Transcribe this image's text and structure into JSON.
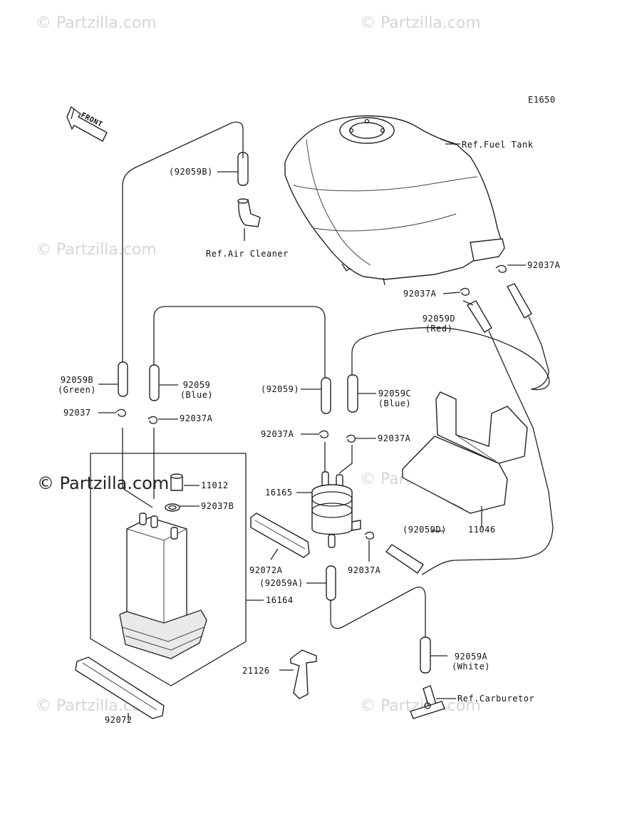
{
  "diagram_code": "E1650",
  "front_label": "FRONT",
  "watermark_text": "© Partzilla.com",
  "callouts": {
    "ref_fuel_tank": "Ref.Fuel Tank",
    "ref_air_cleaner": "Ref.Air Cleaner",
    "ref_carburetor": "Ref.Carburetor",
    "p_92059B_paren": "(92059B)",
    "p_92037A_tank": "92037A",
    "p_92037A_mid": "92037A",
    "p_92059D_red_num": "92059D",
    "p_92059D_red_color": "(Red)",
    "p_92059B_green_num": "92059B",
    "p_92059B_green_color": "(Green)",
    "p_92059_blue_num": "92059",
    "p_92059_blue_color": "(Blue)",
    "p_92059_paren": "(92059)",
    "p_92059C_num": "92059C",
    "p_92059C_color": "(Blue)",
    "p_92037": "92037",
    "p_92037A_left": "92037A",
    "p_92037A_center_l": "92037A",
    "p_92037A_center_r": "92037A",
    "p_11012": "11012",
    "p_92037B": "92037B",
    "p_16165": "16165",
    "p_11046": "11046",
    "p_92059D_paren": "(92059D)",
    "p_92072A": "92072A",
    "p_92059A_paren": "(92059A)",
    "p_92037A_lower": "92037A",
    "p_16164": "16164",
    "p_92059A_num": "92059A",
    "p_92059A_color": "(White)",
    "p_21126": "21126",
    "p_92072": "92072"
  }
}
